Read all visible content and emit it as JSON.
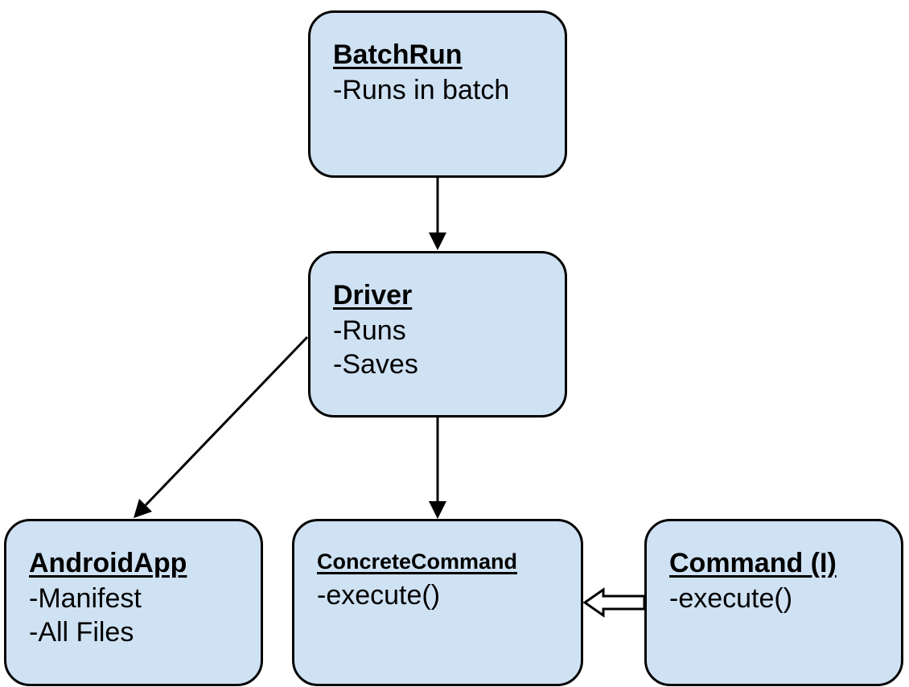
{
  "colors": {
    "node_fill": "#cfe2f3",
    "node_border": "#000000",
    "edge": "#000000"
  },
  "nodes": [
    {
      "id": "batchrun",
      "title": "BatchRun",
      "lines": [
        "-Runs in batch"
      ]
    },
    {
      "id": "driver",
      "title": "Driver",
      "lines": [
        "-Runs",
        "-Saves"
      ]
    },
    {
      "id": "androidapp",
      "title": "AndroidApp",
      "lines": [
        "-Manifest",
        "-All Files"
      ]
    },
    {
      "id": "concrete",
      "title": "ConcreteCommand",
      "lines": [
        "-execute()"
      ]
    },
    {
      "id": "command",
      "title": "Command (I)",
      "lines": [
        "-execute()"
      ]
    }
  ],
  "edges": [
    {
      "from": "batchrun",
      "to": "driver",
      "type": "association"
    },
    {
      "from": "driver",
      "to": "androidapp",
      "type": "association"
    },
    {
      "from": "driver",
      "to": "concrete",
      "type": "association"
    },
    {
      "from": "command",
      "to": "concrete",
      "type": "realization"
    }
  ]
}
